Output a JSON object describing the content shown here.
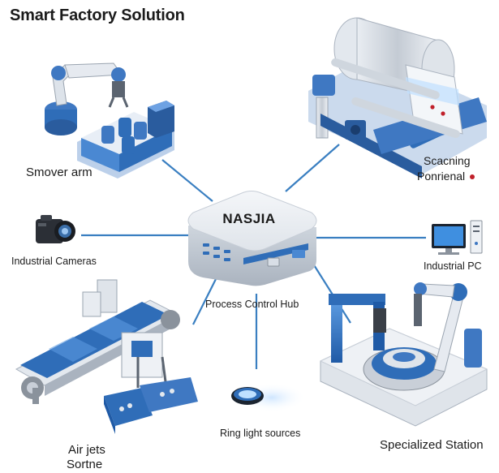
{
  "title": "Smart Factory Solution",
  "hub": {
    "name": "NASJIA",
    "label": "Process Control Hub"
  },
  "nodes": {
    "arm": "Smover arm",
    "scanning_1": "Scacning",
    "scanning_2": "Ponrienal",
    "cameras": "Industrial Cameras",
    "pc": "Industrial PC",
    "airjets_1": "Air jets",
    "airjets_2": "Sortne",
    "ring_light": "Ring light sources",
    "station": "Specialized Station"
  },
  "colors": {
    "link": "#3a7fc1",
    "accent_blue": "#2f6db8",
    "steel": "#c9cfd8",
    "dark_steel": "#5b6470",
    "status_red": "#c0202a"
  },
  "icons": [
    "robot-arm-icon",
    "roller-scanner-icon",
    "camera-icon",
    "industrial-pc-icon",
    "conveyor-sorter-icon",
    "ring-light-icon",
    "inspection-station-icon",
    "hub-device-icon"
  ]
}
